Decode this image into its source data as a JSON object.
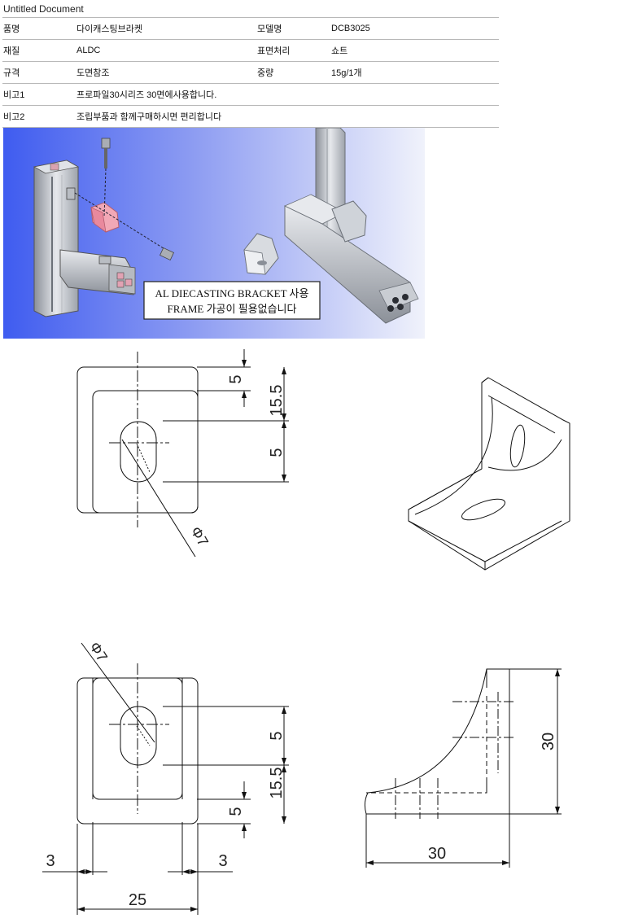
{
  "document": {
    "title": "Untitled Document"
  },
  "spec": {
    "rows": [
      {
        "label1": "품명",
        "value1": "다이캐스팅브라켓",
        "label2": "모델명",
        "value2": "DCB3025"
      },
      {
        "label1": "재질",
        "value1": "ALDC",
        "label2": "표면처리",
        "value2": "쇼트"
      },
      {
        "label1": "규격",
        "value1": "도면참조",
        "label2": "중량",
        "value2": "15g/1개"
      }
    ],
    "note1": {
      "label": "비고1",
      "value": "프로파일30시리즈 30면에사용합니다."
    },
    "note2": {
      "label": "비고2",
      "value": "조립부품과 함께구매하시면 편리합니다"
    }
  },
  "photo": {
    "caption_line1": "AL DIECASTING BRACKET 사용",
    "caption_line2": "FRAME 가공이 필용없습니다",
    "colors": {
      "bg_left": "#3f5cf0",
      "bg_right": "#f0f2fb",
      "part_pink": "#f2a8b6"
    }
  },
  "drawing": {
    "front_view": {
      "dim_top": "5",
      "dim_mid": "15.5",
      "dim_slot": "5",
      "hole": "Φ7"
    },
    "bottom_view": {
      "hole": "Φ7",
      "dim_slot": "5",
      "dim_mid": "15.5",
      "dim_bottom": "5",
      "dim_left": "3",
      "dim_right": "3",
      "dim_width": "25"
    },
    "side_view": {
      "dim_height": "30",
      "dim_width": "30"
    }
  }
}
